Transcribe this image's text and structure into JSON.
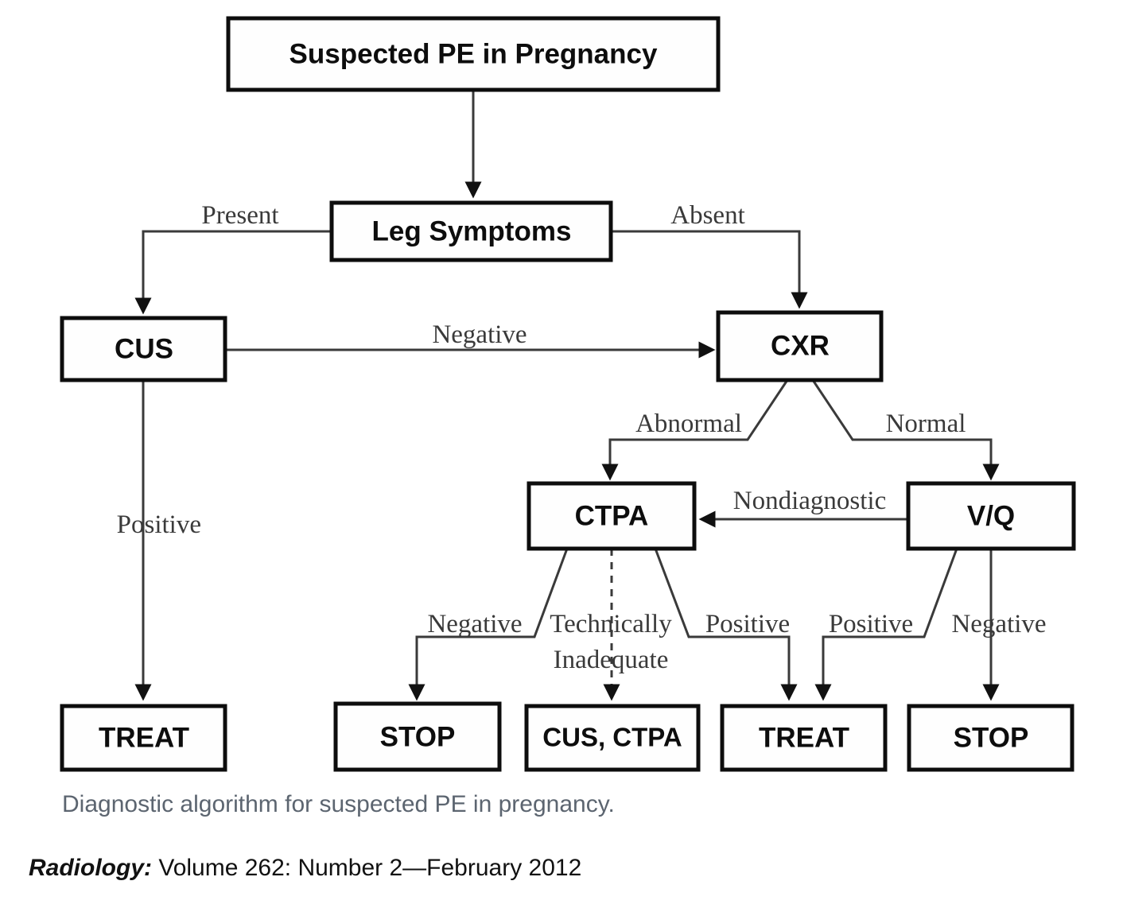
{
  "figure": {
    "caption": "Diagnostic algorithm for suspected PE in pregnancy.",
    "citation_journal": "Radiology:",
    "citation_rest": " Volume 262: Number 2—February 2012"
  },
  "diagram": {
    "type": "flowchart",
    "title": "Diagnostic algorithm for suspected PE in pregnancy",
    "nodes": [
      {
        "id": "suspected_pe",
        "label": "Suspected PE in Pregnancy"
      },
      {
        "id": "leg_symptoms",
        "label": "Leg Symptoms"
      },
      {
        "id": "cus",
        "label": "CUS"
      },
      {
        "id": "cxr",
        "label": "CXR"
      },
      {
        "id": "ctpa",
        "label": "CTPA"
      },
      {
        "id": "vq",
        "label": "V/Q"
      },
      {
        "id": "treat_1",
        "label": "TREAT"
      },
      {
        "id": "stop_1",
        "label": "STOP"
      },
      {
        "id": "cus_ctpa",
        "label": "CUS, CTPA"
      },
      {
        "id": "treat_2",
        "label": "TREAT"
      },
      {
        "id": "stop_2",
        "label": "STOP"
      }
    ],
    "edges": [
      {
        "from": "suspected_pe",
        "to": "leg_symptoms",
        "label": ""
      },
      {
        "from": "leg_symptoms",
        "to": "cus",
        "label": "Present"
      },
      {
        "from": "leg_symptoms",
        "to": "cxr",
        "label": "Absent"
      },
      {
        "from": "cus",
        "to": "cxr",
        "label": "Negative"
      },
      {
        "from": "cus",
        "to": "treat_1",
        "label": "Positive"
      },
      {
        "from": "cxr",
        "to": "ctpa",
        "label": "Abnormal"
      },
      {
        "from": "cxr",
        "to": "vq",
        "label": "Normal"
      },
      {
        "from": "vq",
        "to": "ctpa",
        "label": "Nondiagnostic"
      },
      {
        "from": "ctpa",
        "to": "stop_1",
        "label": "Negative"
      },
      {
        "from": "ctpa",
        "to": "cus_ctpa",
        "label": "Technically Inadequate",
        "style": "dashed"
      },
      {
        "from": "ctpa",
        "to": "treat_2",
        "label": "Positive"
      },
      {
        "from": "vq",
        "to": "treat_2",
        "label": "Positive"
      },
      {
        "from": "vq",
        "to": "stop_2",
        "label": "Negative"
      }
    ],
    "edge_labels": {
      "present": "Present",
      "absent": "Absent",
      "negative_cus": "Negative",
      "positive_cus": "Positive",
      "abnormal": "Abnormal",
      "normal": "Normal",
      "nondiagnostic": "Nondiagnostic",
      "ctpa_negative": "Negative",
      "ctpa_tech": "Technically",
      "ctpa_inadequate": "Inadequate",
      "ctpa_positive": "Positive",
      "vq_positive": "Positive",
      "vq_negative": "Negative"
    }
  },
  "colors": {
    "box_stroke": "#0d0d0d",
    "edge_stroke": "#3a3a3a",
    "caption": "#5c6570",
    "background": "#ffffff"
  }
}
